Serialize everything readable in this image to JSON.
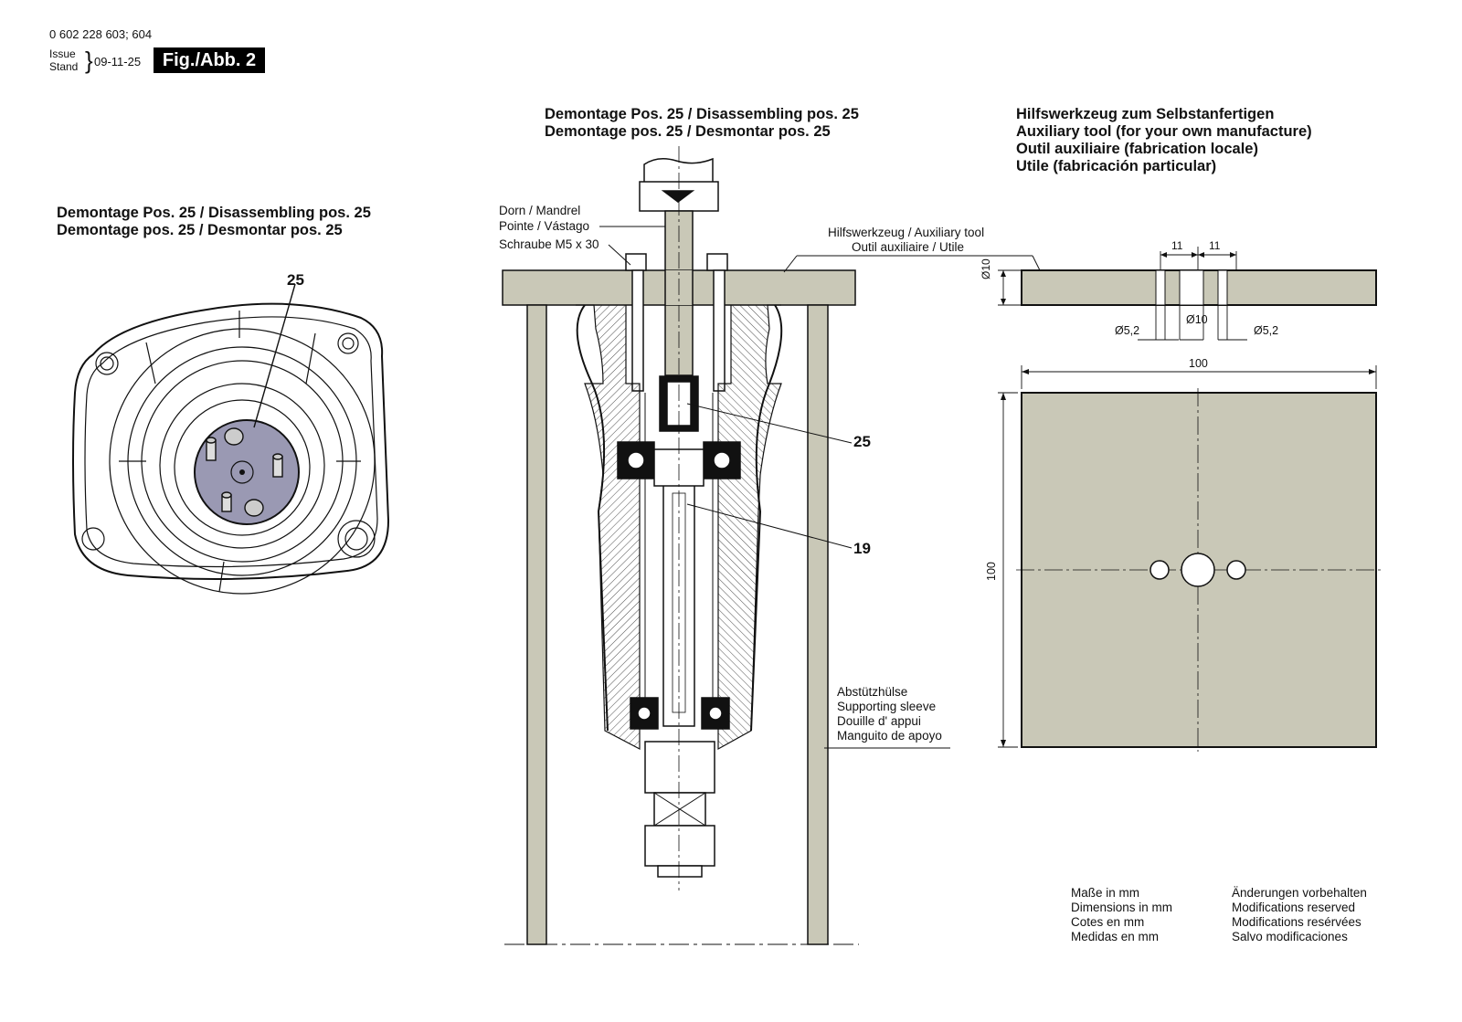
{
  "header": {
    "part_number": "0 602 228 603; 604",
    "issue_label": "Issue",
    "stand_label": "Stand",
    "date": "09-11-25",
    "figure_label": "Fig./Abb. 2"
  },
  "left_view": {
    "title_line1": "Demontage Pos. 25 / Disassembling pos. 25",
    "title_line2": "Demontage pos. 25 / Desmontar pos. 25",
    "callout": "25"
  },
  "center_view": {
    "title_line1": "Demontage Pos. 25 / Disassembling pos. 25",
    "title_line2": "Demontage pos. 25 / Desmontar pos. 25",
    "label_mandrel_1": "Dorn / Mandrel",
    "label_mandrel_2": "Pointe / Vástago",
    "label_screw": "Schraube M5 x 30",
    "label_aux_tool_1": "Hilfswerkzeug / Auxiliary tool",
    "label_aux_tool_2": "Outil auxiliaire / Utile",
    "callout_25": "25",
    "callout_19": "19",
    "sleeve_1": "Abstützhülse",
    "sleeve_2": "Supporting sleeve",
    "sleeve_3": "Douille d' appui",
    "sleeve_4": "Manguito de apoyo"
  },
  "right_view": {
    "title_line1": "Hilfswerkzeug zum Selbstanfertigen",
    "title_line2": "Auxiliary tool (for your own manufacture)",
    "title_line3": "Outil auxiliaire (fabrication locale)",
    "title_line4": "Utile (fabricación particular)",
    "dim_11_left": "11",
    "dim_11_right": "11",
    "dim_thickness": "Ø10",
    "dim_hole_left": "Ø5,2",
    "dim_hole_center": "Ø10",
    "dim_hole_right": "Ø5,2",
    "dim_width": "100",
    "dim_height": "100"
  },
  "notes": {
    "dims_1": "Maße in mm",
    "dims_2": "Dimensions in mm",
    "dims_3": "Cotes en mm",
    "dims_4": "Medidas en mm",
    "mods_1": "Änderungen vorbehalten",
    "mods_2": "Modifications reserved",
    "mods_3": "Modifications resérvées",
    "mods_4": "Salvo modificaciones"
  },
  "colors": {
    "tool_fill": "#c9c8b7",
    "part_fill": "#9a99b3",
    "line": "#111111"
  }
}
